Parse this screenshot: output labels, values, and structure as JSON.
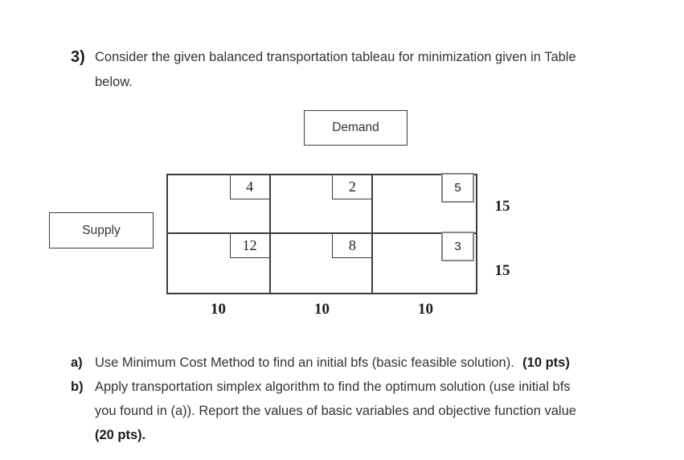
{
  "question": {
    "number": "3)",
    "lines": [
      "Consider the given balanced transportation tableau for minimization given in Table",
      "below."
    ]
  },
  "tableau": {
    "demand_label": "Demand",
    "supply_label": "Supply",
    "costs": [
      [
        "4",
        "2",
        "5"
      ],
      [
        "12",
        "8",
        "3"
      ]
    ],
    "supply": [
      "15",
      "15"
    ],
    "demand": [
      "10",
      "10",
      "10"
    ]
  },
  "tasks": [
    {
      "label": "a)",
      "text": "Use Minimum Cost Method to find an initial bfs (basic feasible solution).",
      "points": "(10 pts)"
    },
    {
      "label": "b)",
      "lines": [
        "Apply transportation simplex algorithm to find the optimum solution (use initial bfs",
        "you found in (a)). Report the values of basic variables and objective function value"
      ],
      "points": "(20 pts)."
    }
  ],
  "colors": {
    "text": "#343434",
    "text_dark": "#1c1c1c",
    "border": "#3c3c3c",
    "cost_box_border": "#878787",
    "background": "#ffffff"
  }
}
